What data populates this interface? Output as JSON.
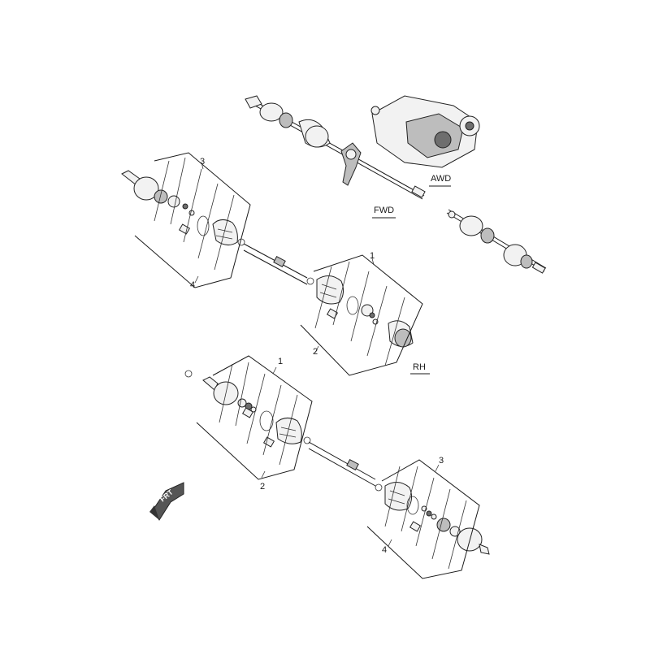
{
  "labels": {
    "awd": "AWD",
    "fwd": "FWD",
    "rh": "RH",
    "front": "FRT"
  },
  "callouts": {
    "upper_outer_kit": "3",
    "upper_outer_boot": "4",
    "upper_inner_kit": "1",
    "upper_inner_boot": "2",
    "lower_inner_kit": "1",
    "lower_inner_boot": "2",
    "lower_outer_kit": "3",
    "lower_outer_boot": "4"
  },
  "icons": {
    "front_direction": "front-arrow-icon"
  }
}
